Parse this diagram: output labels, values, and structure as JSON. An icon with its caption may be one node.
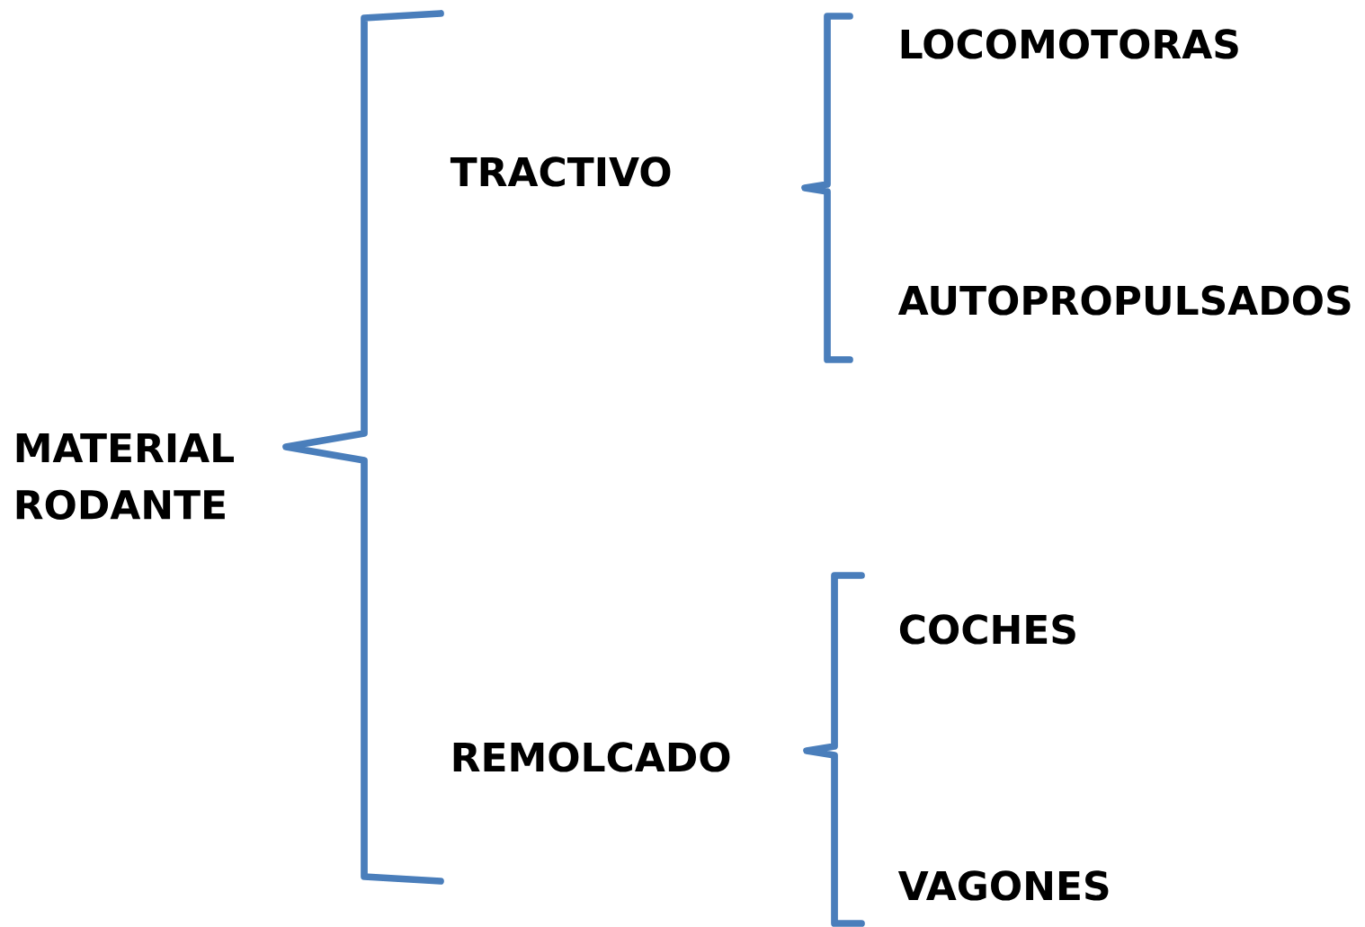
{
  "diagram": {
    "labels": [
      "MATERIAL RODANTE",
      "TRACTIVO",
      "LOCOMOTORAS",
      "AUTOPROPULSADOS",
      "REMOLCADO",
      "COCHES",
      "VAGONES"
    ]
  }
}
